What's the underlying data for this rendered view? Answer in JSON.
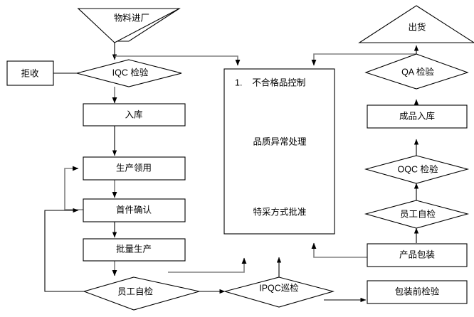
{
  "diagram": {
    "title_present": false,
    "background_color": "#ffffff",
    "line_color_primary": "#000000",
    "line_color_secondary": "#808080",
    "nodes": {
      "material_in": {
        "label": "物料进厂",
        "shape": "triangle-down"
      },
      "iqc": {
        "label": "IQC 检验",
        "shape": "diamond"
      },
      "reject": {
        "label": "拒收",
        "shape": "rect"
      },
      "warehouse_in": {
        "label": "入库",
        "shape": "rect"
      },
      "production_pick": {
        "label": "生产领用",
        "shape": "rect"
      },
      "first_article": {
        "label": "首件确认",
        "shape": "rect"
      },
      "mass_production": {
        "label": "批量生产",
        "shape": "rect"
      },
      "self_check_left": {
        "label": "员工自检",
        "shape": "diamond"
      },
      "ipqc": {
        "label": "IPQC巡检",
        "shape": "diamond"
      },
      "pre_pack_check": {
        "label": "包装前检验",
        "shape": "rect"
      },
      "product_pack": {
        "label": "产品包装",
        "shape": "rect"
      },
      "self_check_right": {
        "label": "员工自检",
        "shape": "diamond"
      },
      "oqc": {
        "label": "OQC 检验",
        "shape": "diamond"
      },
      "finished_goods_in": {
        "label": "成品入库",
        "shape": "rect"
      },
      "qa": {
        "label": "QA 检验",
        "shape": "diamond"
      },
      "shipment": {
        "label": "出货",
        "shape": "triangle-up"
      },
      "nonconforming": {
        "shape": "rect",
        "line_1": "1.    不合格品控制",
        "line_2": "品质异常处理",
        "line_3": "特采方式批准"
      }
    }
  }
}
